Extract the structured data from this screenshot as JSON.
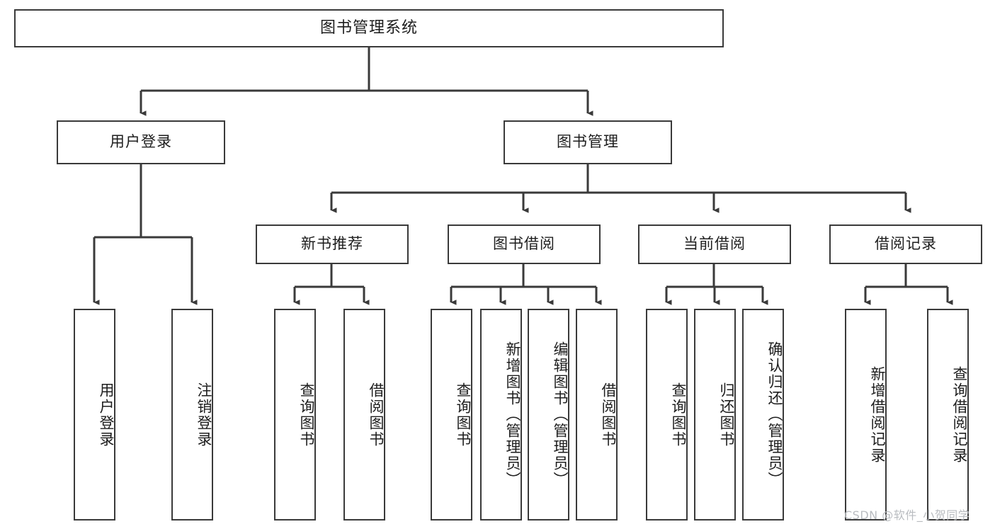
{
  "diagram": {
    "title": "图书管理系统",
    "type": "tree-hierarchy",
    "root": {
      "label": "图书管理系统",
      "children": [
        {
          "label": "用户登录",
          "children": [
            {
              "label": "用户登录"
            },
            {
              "label": "注销登录"
            }
          ]
        },
        {
          "label": "图书管理",
          "children": [
            {
              "label": "新书推荐",
              "children": [
                {
                  "label": "查询图书"
                },
                {
                  "label": "借阅图书"
                }
              ]
            },
            {
              "label": "图书借阅",
              "children": [
                {
                  "label": "查询图书"
                },
                {
                  "label": "新增图书（管理员）"
                },
                {
                  "label": "编辑图书（管理员）"
                },
                {
                  "label": "借阅图书"
                }
              ]
            },
            {
              "label": "当前借阅",
              "children": [
                {
                  "label": "查询图书"
                },
                {
                  "label": "归还图书"
                },
                {
                  "label": "确认归还（管理员）"
                }
              ]
            },
            {
              "label": "借阅记录",
              "children": [
                {
                  "label": "新增借阅记录"
                },
                {
                  "label": "查询借阅记录"
                }
              ]
            }
          ]
        }
      ]
    }
  },
  "nodes": {
    "root": "图书管理系统",
    "l2_user_login": "用户登录",
    "l2_book_manage": "图书管理",
    "l3_new_book": "新书推荐",
    "l3_book_borrow": "图书借阅",
    "l3_current_borrow": "当前借阅",
    "l3_borrow_record": "借阅记录",
    "leaf_user_login": "用户登录",
    "leaf_logout": "注销登录",
    "leaf_nb_query": "查询图书",
    "leaf_nb_borrow": "借阅图书",
    "leaf_bb_query": "查询图书",
    "leaf_bb_add": "新增图书（管理员）",
    "leaf_bb_edit": "编辑图书（管理员）",
    "leaf_bb_borrow": "借阅图书",
    "leaf_cb_query": "查询图书",
    "leaf_cb_return": "归还图书",
    "leaf_cb_confirm": "确认归还（管理员）",
    "leaf_br_add": "新增借阅记录",
    "leaf_br_query": "查询借阅记录"
  },
  "watermark": {
    "text": "CSDN @软件_小贺同学"
  },
  "colors": {
    "stroke": "#3a3a3a",
    "text": "#1d1d1d",
    "background": "#ffffff",
    "watermark": "#b9bcc0"
  }
}
